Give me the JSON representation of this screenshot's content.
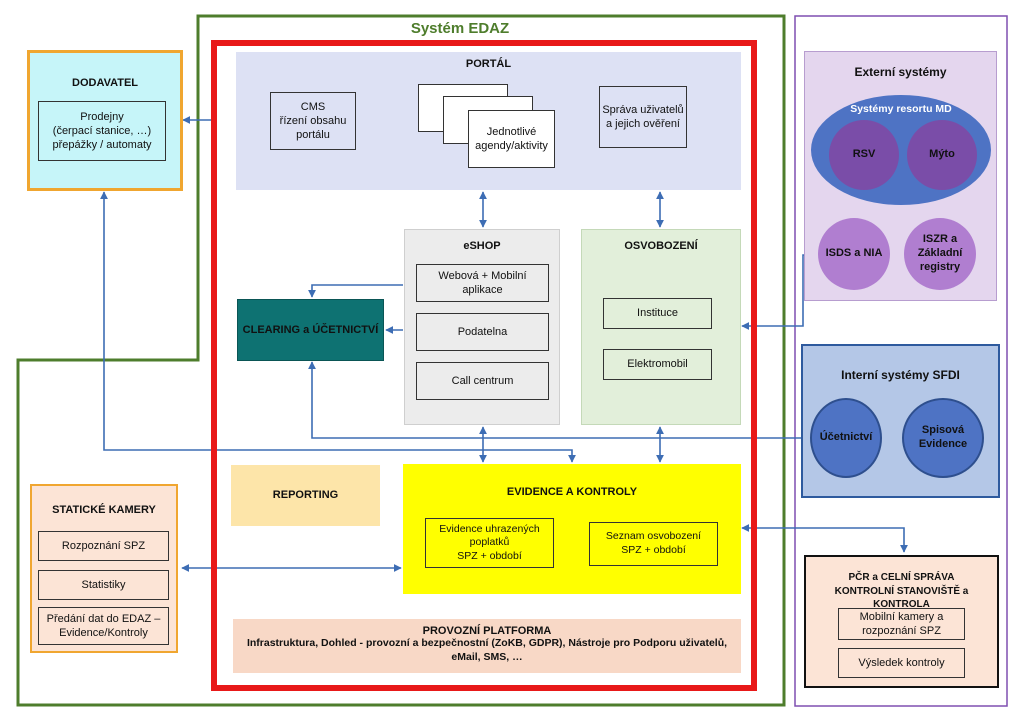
{
  "system_title": "Systém EDAZ",
  "portal": {
    "title": "PORTÁL",
    "cms": "CMS\nřízení obsahu portálu",
    "agendas": "Jednotlivé agendy/aktivity",
    "users": "Správa uživatelů a jejich ověření"
  },
  "supplier": {
    "title": "DODAVATEL",
    "item": "Prodejny\n(čerpací stanice, …)\npřepážky / automaty"
  },
  "eshop": {
    "title": "eSHOP",
    "items": [
      "Webová + Mobilní aplikace",
      "Podatelna",
      "Call centrum"
    ]
  },
  "exemption": {
    "title": "OSVOBOZENÍ",
    "items": [
      "Instituce",
      "Elektromobil"
    ]
  },
  "clearing": "CLEARING a ÚČETNICTVÍ",
  "reporting": "REPORTING",
  "evidence": {
    "title": "EVIDENCE A KONTROLY",
    "paid": "Evidence uhrazených poplatků\nSPZ + období",
    "exempt": "Seznam osvobození\nSPZ + období"
  },
  "platform": {
    "title": "PROVOZNÍ PLATFORMA",
    "text": "Infrastruktura, Dohled - provozní a bezpečnostní (ZoKB, GDPR),  Nástroje pro Podporu uživatelů, eMail, SMS, …"
  },
  "cameras": {
    "title": "STATICKÉ KAMERY",
    "items": [
      "Rozpoznání SPZ",
      "Statistiky",
      "Předání dat do EDAZ – Evidence/Kontroly"
    ]
  },
  "external": {
    "title": "Externí systémy",
    "md_title": "Systémy resortu MD",
    "rsv": "RSV",
    "myto": "Mýto",
    "isds": "ISDS a NIA",
    "iszr": "ISZR a Základní registry"
  },
  "internal": {
    "title": "Interní systémy SFDI",
    "ucetnictvi": "Účetnictví",
    "spisova": "Spisová Evidence"
  },
  "police": {
    "title": "PČR a CELNÍ SPRÁVA\nKONTROLNÍ STANOVIŠTĚ a KONTROLA",
    "items": [
      "Mobilní kamery a rozpoznání SPZ",
      "Výsledek kontroly"
    ]
  },
  "colors": {
    "green_frame": "#4e7d2c",
    "red_frame": "#e81919",
    "purple_frame": "#7f4fb0",
    "arrow": "#3d6db4",
    "clearing": "#0e7272",
    "evidence": "#ffff00"
  }
}
